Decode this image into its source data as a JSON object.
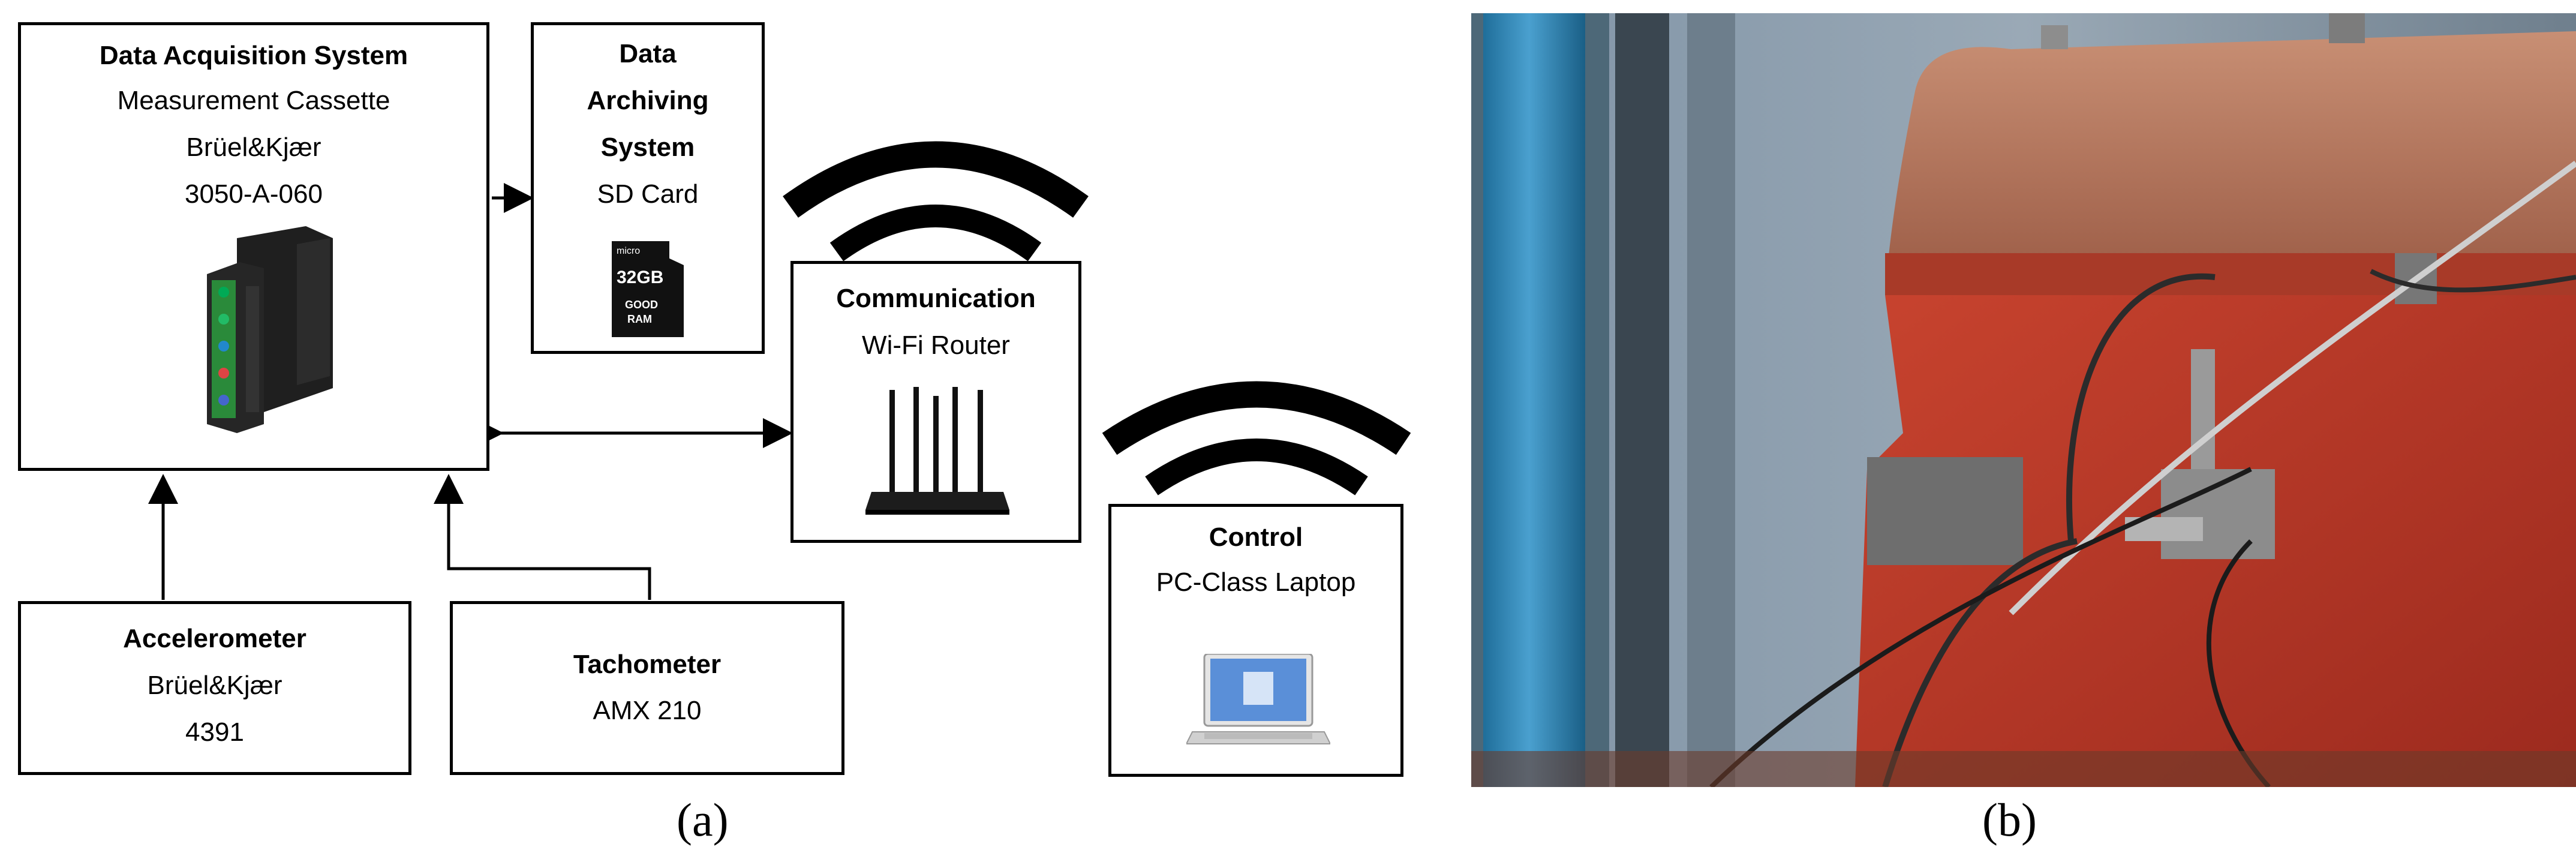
{
  "panel_a": {
    "label": "(a)",
    "daq": {
      "title": "Data Acquisition System",
      "line1": "Measurement Cassette",
      "line2": "Brüel&Kjær",
      "line3": "3050-A-060"
    },
    "archiving": {
      "title1": "Data",
      "title2": "Archiving",
      "title3": "System",
      "subtitle": "SD Card",
      "sd_capacity": "32GB",
      "sd_brand_top": "GOOD",
      "sd_brand_bottom": "RAM",
      "sd_micro": "micro"
    },
    "communication": {
      "title": "Communication",
      "subtitle": "Wi-Fi Router"
    },
    "control": {
      "title": "Control",
      "subtitle": "PC-Class Laptop"
    },
    "accelerometer": {
      "title": "Accelerometer",
      "line1": "Brüel&Kjær",
      "line2": "4391"
    },
    "tachometer": {
      "title": "Tachometer",
      "line1": "AMX 210"
    }
  },
  "panel_b": {
    "label": "(b)"
  },
  "colors": {
    "stroke": "#000000",
    "engine_red": "#c8402e",
    "pipe_blue": "#2f86b5",
    "wall": "#8fa0b0"
  }
}
